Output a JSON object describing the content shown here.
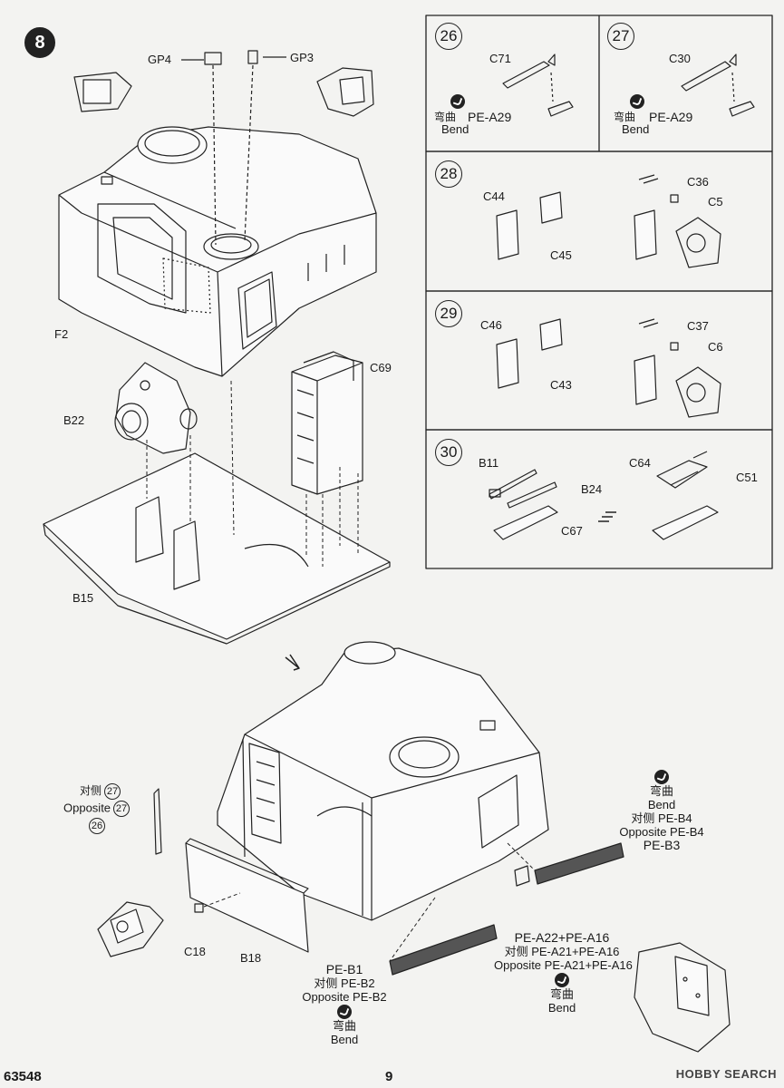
{
  "page": {
    "model_code": "63548",
    "page_number": "9",
    "watermark": "HOBBY SEARCH"
  },
  "step8": {
    "number": "8",
    "labels": {
      "gp4": "GP4",
      "gp3": "GP3",
      "f2": "F2",
      "b22": "B22",
      "c69": "C69",
      "b15": "B15",
      "c18": "C18",
      "b18": "B18"
    },
    "opposite": {
      "cn": "对侧",
      "en": "Opposite",
      "ref_a": "27",
      "ref_b": "27",
      "ref_c": "26"
    },
    "pe_b4": {
      "bend_cn": "弯曲",
      "bend_en": "Bend",
      "opp_cn": "对侧 PE-B4",
      "opp_en": "Opposite PE-B4",
      "part": "PE-B3"
    },
    "pe_a": {
      "part": "PE-A22+PE-A16",
      "opp_cn": "对侧 PE-A21+PE-A16",
      "opp_en": "Opposite PE-A21+PE-A16",
      "bend_cn": "弯曲",
      "bend_en": "Bend"
    },
    "pe_b1": {
      "part": "PE-B1",
      "opp_cn": "对侧 PE-B2",
      "opp_en": "Opposite PE-B2",
      "bend_cn": "弯曲",
      "bend_en": "Bend"
    }
  },
  "step26": {
    "number": "26",
    "part": "C71",
    "bend_cn": "弯曲",
    "pe": "PE-A29",
    "bend_en": "Bend"
  },
  "step27": {
    "number": "27",
    "part": "C30",
    "bend_cn": "弯曲",
    "pe": "PE-A29",
    "bend_en": "Bend"
  },
  "step28": {
    "number": "28",
    "parts": [
      "C44",
      "C45",
      "C36",
      "C5"
    ]
  },
  "step29": {
    "number": "29",
    "parts": [
      "C46",
      "C43",
      "C37",
      "C6"
    ]
  },
  "step30": {
    "number": "30",
    "parts": [
      "B11",
      "B24",
      "C67",
      "C64",
      "C51"
    ]
  }
}
